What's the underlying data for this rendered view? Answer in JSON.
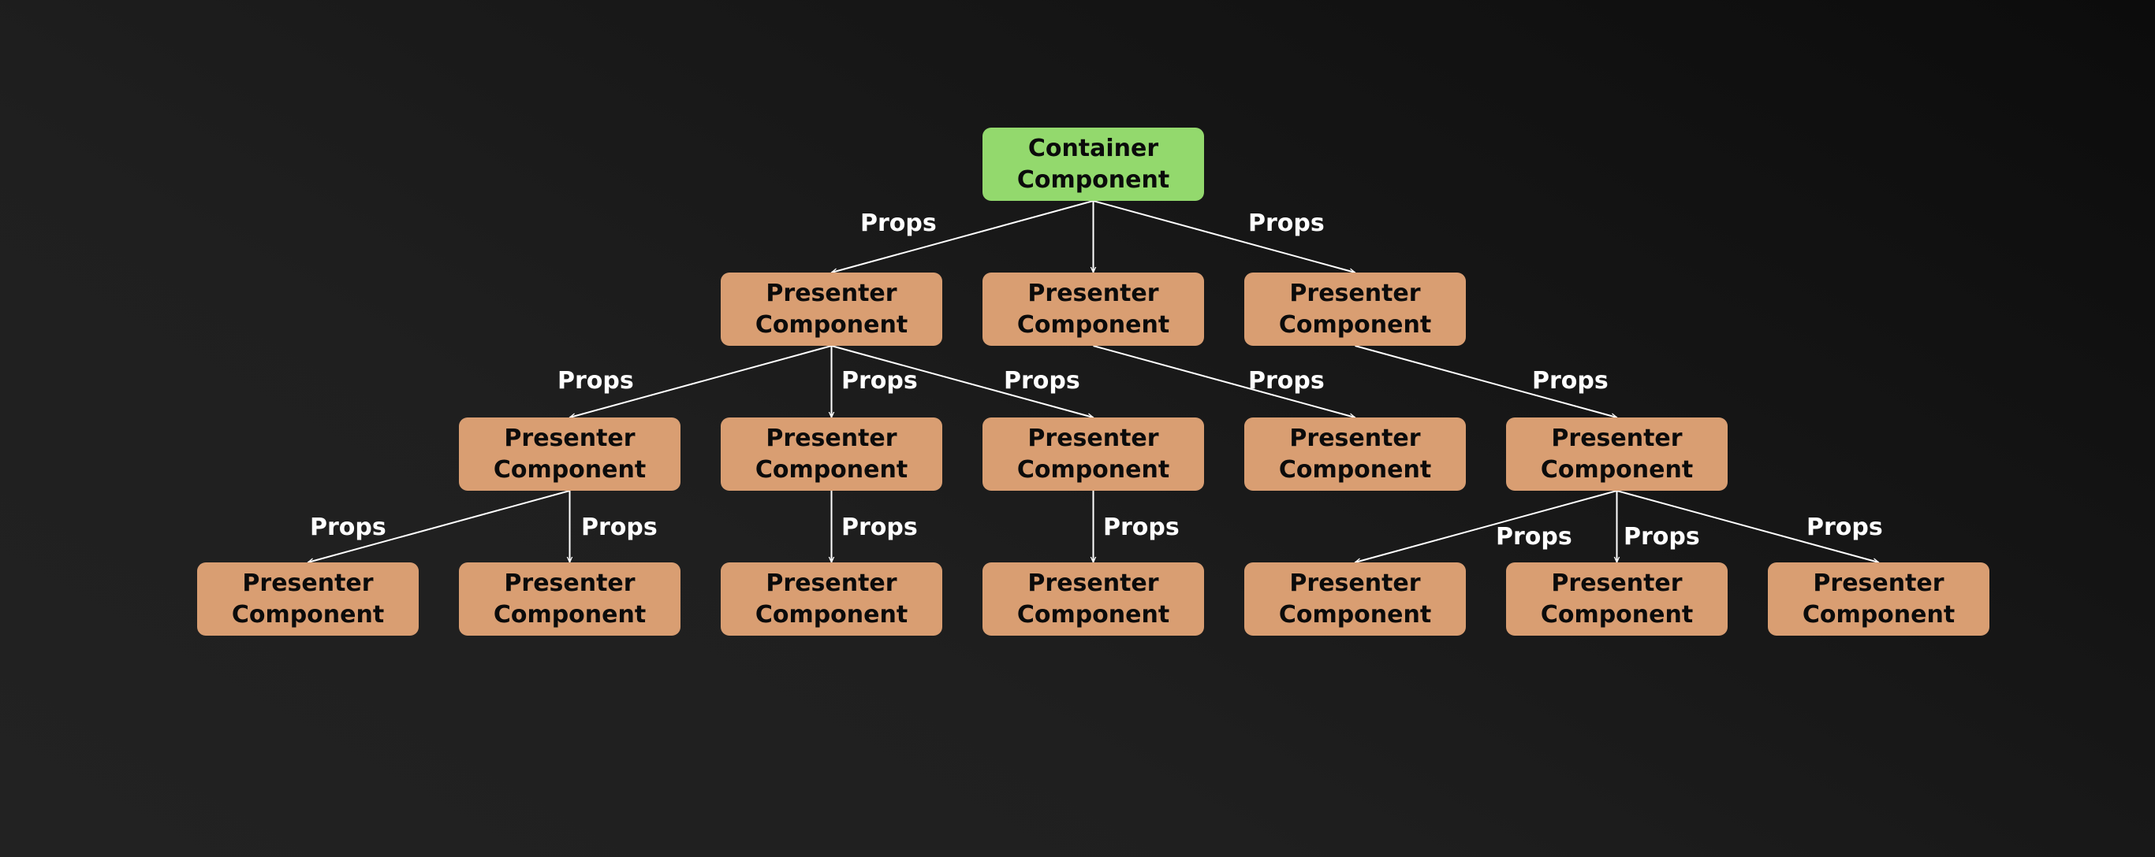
{
  "colors": {
    "background_top": "#0c0c0c",
    "background_bottom": "#222222",
    "container_fill": "#93d96d",
    "presenter_fill": "#d99e72",
    "edge": "#ffffff",
    "node_text": "#0b0b0b"
  },
  "nodes": [
    {
      "id": "root",
      "kind": "container",
      "line1": "Container",
      "line2": "Component"
    },
    {
      "id": "l1a",
      "kind": "presenter",
      "line1": "Presenter",
      "line2": "Component"
    },
    {
      "id": "l1b",
      "kind": "presenter",
      "line1": "Presenter",
      "line2": "Component"
    },
    {
      "id": "l1c",
      "kind": "presenter",
      "line1": "Presenter",
      "line2": "Component"
    },
    {
      "id": "l2a",
      "kind": "presenter",
      "line1": "Presenter",
      "line2": "Component"
    },
    {
      "id": "l2b",
      "kind": "presenter",
      "line1": "Presenter",
      "line2": "Component"
    },
    {
      "id": "l2c",
      "kind": "presenter",
      "line1": "Presenter",
      "line2": "Component"
    },
    {
      "id": "l2d",
      "kind": "presenter",
      "line1": "Presenter",
      "line2": "Component"
    },
    {
      "id": "l2e",
      "kind": "presenter",
      "line1": "Presenter",
      "line2": "Component"
    },
    {
      "id": "l3a",
      "kind": "presenter",
      "line1": "Presenter",
      "line2": "Component"
    },
    {
      "id": "l3b",
      "kind": "presenter",
      "line1": "Presenter",
      "line2": "Component"
    },
    {
      "id": "l3c",
      "kind": "presenter",
      "line1": "Presenter",
      "line2": "Component"
    },
    {
      "id": "l3d",
      "kind": "presenter",
      "line1": "Presenter",
      "line2": "Component"
    },
    {
      "id": "l3e",
      "kind": "presenter",
      "line1": "Presenter",
      "line2": "Component"
    },
    {
      "id": "l3f",
      "kind": "presenter",
      "line1": "Presenter",
      "line2": "Component"
    },
    {
      "id": "l3g",
      "kind": "presenter",
      "line1": "Presenter",
      "line2": "Component"
    }
  ],
  "edges": [
    {
      "from": "root",
      "to": "l1a",
      "label": "Props"
    },
    {
      "from": "root",
      "to": "l1b",
      "label": ""
    },
    {
      "from": "root",
      "to": "l1c",
      "label": "Props"
    },
    {
      "from": "l1a",
      "to": "l2a",
      "label": "Props"
    },
    {
      "from": "l1a",
      "to": "l2b",
      "label": "Props"
    },
    {
      "from": "l1a",
      "to": "l2c",
      "label": "Props"
    },
    {
      "from": "l1b",
      "to": "l2d",
      "label": "Props"
    },
    {
      "from": "l1c",
      "to": "l2e",
      "label": "Props"
    },
    {
      "from": "l2a",
      "to": "l3a",
      "label": "Props"
    },
    {
      "from": "l2a",
      "to": "l3b",
      "label": "Props"
    },
    {
      "from": "l2b",
      "to": "l3c",
      "label": "Props"
    },
    {
      "from": "l2c",
      "to": "l3d",
      "label": "Props"
    },
    {
      "from": "l2e",
      "to": "l3e",
      "label": "Props"
    },
    {
      "from": "l2e",
      "to": "l3f",
      "label": "Props"
    },
    {
      "from": "l2e",
      "to": "l3g",
      "label": "Props"
    }
  ]
}
